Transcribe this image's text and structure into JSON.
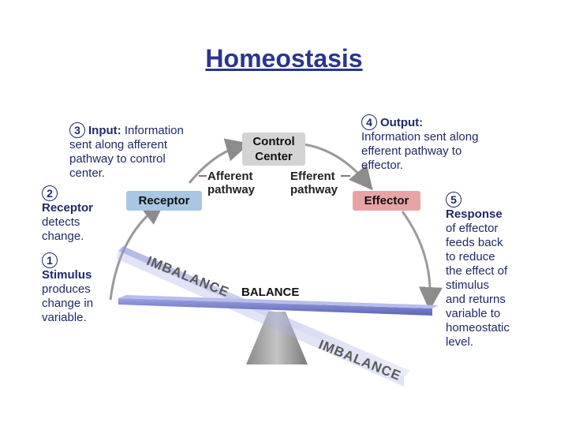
{
  "title": "Homeostasis",
  "steps": {
    "input": {
      "num": "3",
      "head": "Input:",
      "text1": "Information",
      "text2": "sent along afferent",
      "text3": "pathway to control",
      "text4": "center."
    },
    "receptor": {
      "num": "2",
      "head": "Receptor",
      "text1": "detects",
      "text2": "change."
    },
    "stimulus": {
      "num": "1",
      "head": "Stimulus",
      "text1": "produces",
      "text2": "change in",
      "text3": "variable."
    },
    "output": {
      "num": "4",
      "head": "Output:",
      "text1": "Information sent along",
      "text2": "efferent pathway to",
      "text3": "effector."
    },
    "response": {
      "num": "5",
      "head": "Response",
      "text1": "of effector",
      "text2": "feeds back",
      "text3": "to reduce",
      "text4": "the effect of",
      "text5": "stimulus",
      "text6": "and returns",
      "text7": "variable to",
      "text8": "homeostatic",
      "text9": "level."
    }
  },
  "boxes": {
    "control_center_1": "Control",
    "control_center_2": "Center",
    "receptor": "Receptor",
    "effector": "Effector"
  },
  "pathways": {
    "afferent_1": "Afferent",
    "afferent_2": "pathway",
    "efferent_1": "Efferent",
    "efferent_2": "pathway"
  },
  "labels": {
    "balance": "BALANCE",
    "imbalance_top": "IMBALANCE",
    "imbalance_bottom": "IMBALANCE"
  },
  "colors": {
    "title": "#2a3590",
    "text": "#1f2a66",
    "receptor_box": "#a9c7e3",
    "effector_box": "#e8a4a4",
    "control_box": "#d4d4d4",
    "beam": "#6f78c8"
  }
}
